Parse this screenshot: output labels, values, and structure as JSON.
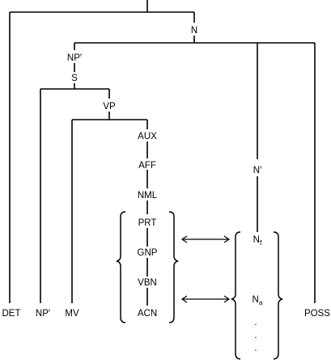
{
  "diagram": {
    "nodes": {
      "n": "N",
      "np_prime_top": "NP′",
      "s": "S",
      "vp": "VP",
      "aux": "AUX",
      "aff": "AFF",
      "nml": "NML",
      "prt": "PRT",
      "gnp": "GNP",
      "vbn": "VBN",
      "acn": "ACN",
      "n_prime": "N′",
      "n_f_base": "N",
      "n_f_sub": "f",
      "n_a_base": "N",
      "n_a_sub": "a"
    },
    "leaves": {
      "det": "DET",
      "np_prime": "NP′",
      "mv": "MV",
      "poss": "POSS"
    },
    "ellipsis": ".",
    "arrow_count": 2
  }
}
